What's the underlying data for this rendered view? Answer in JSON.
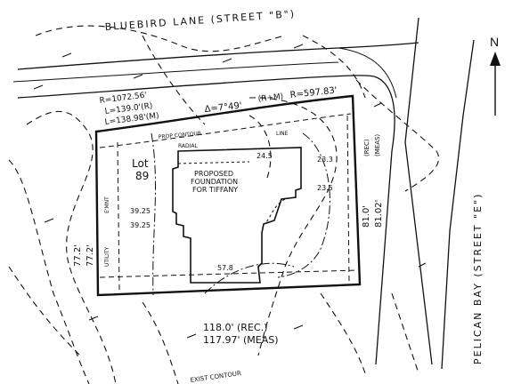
{
  "streets": {
    "top": "BLUEBIRD LANE  (STREET \"B\")",
    "right": "PELICAN BAY  (STREET \"E\")"
  },
  "north": {
    "label": "N"
  },
  "lot": {
    "name_line1": "Lot",
    "name_line2": "89",
    "foundation_line1": "PROPOSED",
    "foundation_line2": "FOUNDATION",
    "foundation_line3": "FOR TIFFANY"
  },
  "curve_data": {
    "radius": "R=1072.56'",
    "delta": "Δ=7°49'",
    "length_rec": "L=139.0'(R)",
    "length_meas": "L=138.98'(M)",
    "chord": "R=597.83'",
    "rm_note": "(R+M)"
  },
  "dimensions": {
    "south_rec": "118.0' (REC.)",
    "south_meas": "117.97' (MEAS)",
    "east_rec": "81.0'",
    "east_meas": "81.02'",
    "west_rec": "77.2'",
    "west_meas": "77.2'",
    "house_top": "24.5",
    "house_bottom": "57.8",
    "setback_left": "39.25",
    "setback_left2": "39.25",
    "setback_right": "23.3",
    "setback_right2": "23.5"
  },
  "notes": {
    "prop_contour": "PROP CONTOUR",
    "exist_contour": "EXIST CONTOUR",
    "easement": "E'MNT",
    "utility": "UTILITY",
    "radial": "RADIAL",
    "rec": "(REC)",
    "meas": "(MEAS)",
    "line": "LINE"
  }
}
